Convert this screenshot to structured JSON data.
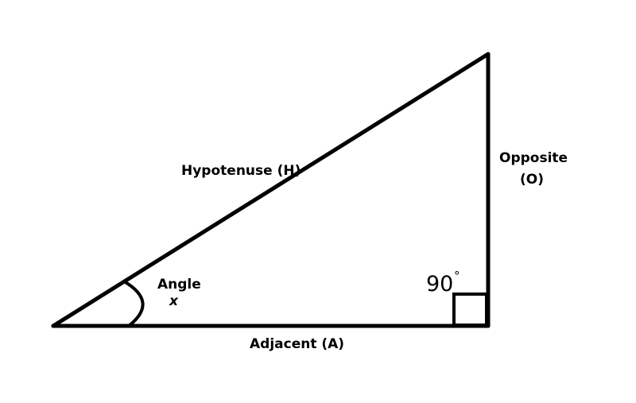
{
  "labels": {
    "hypotenuse": "Hypotenuse (H)",
    "opposite_line1": "Opposite",
    "opposite_line2": "(O)",
    "adjacent": "Adjacent (A)",
    "angle_word": "Angle",
    "angle_var": "x",
    "right_angle_value": "90",
    "right_angle_unit": "°"
  },
  "colors": {
    "background": "#ffffff",
    "stroke": "#000000"
  }
}
